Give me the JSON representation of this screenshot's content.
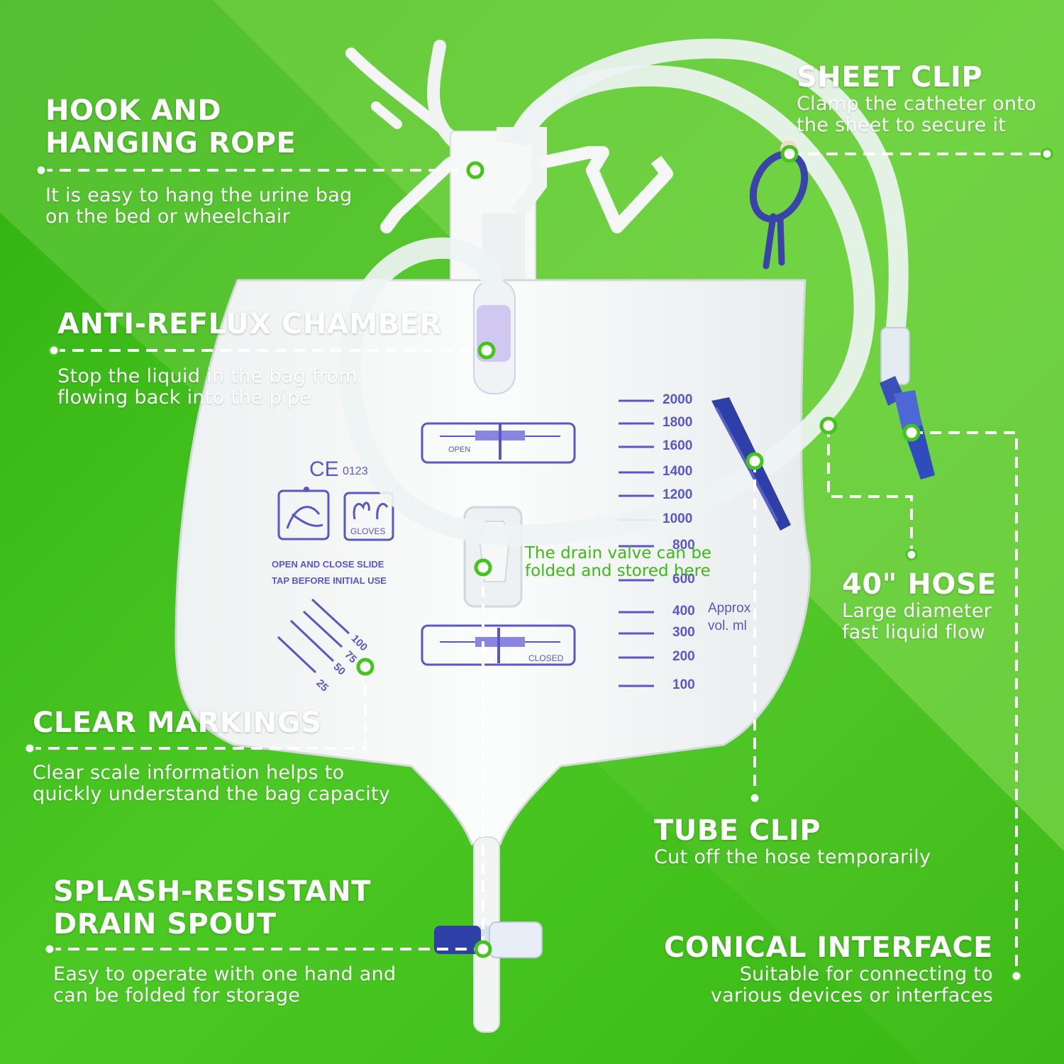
{
  "colors": {
    "background": "#3fc01a",
    "accent_white": "#ffffff",
    "bag_print": "#5a56c8",
    "clip_blue": "#2f3fa8"
  },
  "callouts": {
    "hook": {
      "title_line1": "HOOK AND",
      "title_line2": "HANGING ROPE",
      "desc_line1": "It is easy to hang the urine bag",
      "desc_line2": "on the bed or wheelchair"
    },
    "anti_reflux": {
      "title": "ANTI-REFLUX CHAMBER",
      "desc_line1": "Stop the liquid in the bag from",
      "desc_line2": "flowing back into the pipe"
    },
    "markings": {
      "title": "CLEAR MARKINGS",
      "desc_line1": "Clear scale information helps to",
      "desc_line2": "quickly understand the bag capacity"
    },
    "spout": {
      "title_line1": "SPLASH-RESISTANT",
      "title_line2": "DRAIN SPOUT",
      "desc_line1": "Easy to operate with one hand and",
      "desc_line2": "can be folded for storage"
    },
    "sheet_clip": {
      "title": "SHEET CLIP",
      "desc_line1": "Clamp the catheter onto",
      "desc_line2": "the sheet to secure it"
    },
    "hose": {
      "title": "40\" HOSE",
      "desc_line1": "Large diameter",
      "desc_line2": "fast liquid flow"
    },
    "tube_clip": {
      "title": "TUBE CLIP",
      "desc": "Cut off the hose temporarily"
    },
    "conical": {
      "title": "CONICAL INTERFACE",
      "desc_line1": "Suitable for connecting to",
      "desc_line2": "various devices or interfaces"
    }
  },
  "drain_note": {
    "line1": "The drain valve can be",
    "line2": "folded and stored here"
  },
  "bag": {
    "ce_mark": "CE",
    "ce_number": "0123",
    "gloves_label": "GLOVES",
    "instruction_line1": "OPEN AND CLOSE SLIDE",
    "instruction_line2": "TAP BEFORE INITIAL USE",
    "valve_open": "OPEN",
    "valve_closed": "CLOSED",
    "volume_label_line1": "Approx",
    "volume_label_line2": "vol. ml",
    "scale": [
      "2000",
      "1800",
      "1600",
      "1400",
      "1200",
      "1000",
      "800",
      "600",
      "400",
      "300",
      "200",
      "100"
    ],
    "small_scale": [
      "100",
      "75",
      "50",
      "25"
    ]
  },
  "icons": [
    "hand-wash-icon",
    "gloves-icon",
    "hook-icon",
    "sheet-clip-icon",
    "tube-clip-icon",
    "conical-connector-icon",
    "drain-valve-icon"
  ]
}
